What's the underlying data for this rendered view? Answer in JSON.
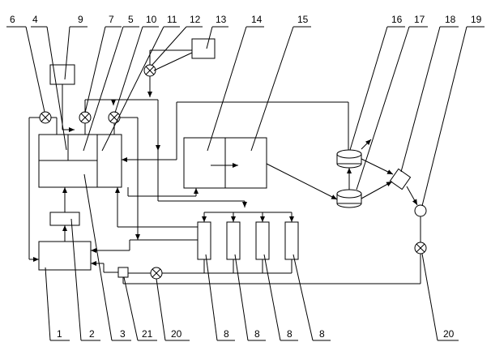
{
  "labels_top": [
    "6",
    "4",
    "9",
    "7",
    "5",
    "10",
    "11",
    "12",
    "13",
    "14",
    "15",
    "16",
    "17",
    "18",
    "19"
  ],
  "labels_bottom": [
    "1",
    "2",
    "3",
    "21",
    "20",
    "8",
    "8",
    "8",
    "8",
    "20"
  ]
}
